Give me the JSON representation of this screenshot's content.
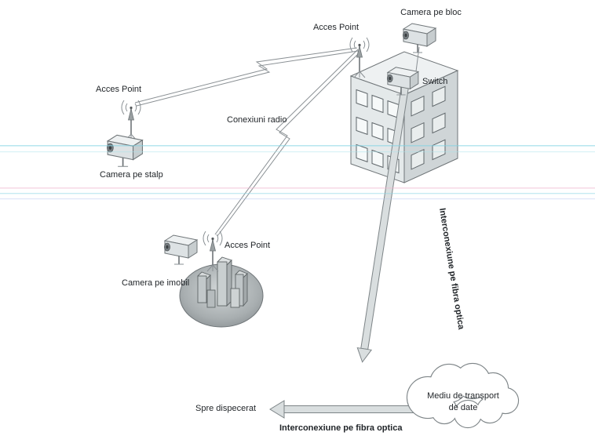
{
  "diagram": {
    "type": "wireless-video-surveillance-network",
    "nodes": {
      "camera_bloc": {
        "label": "Camera pe bloc"
      },
      "ap_top": {
        "label": "Acces Point"
      },
      "switch": {
        "label": "Switch"
      },
      "ap_left": {
        "label": "Acces Point"
      },
      "camera_stalp": {
        "label": "Camera pe stalp"
      },
      "ap_center": {
        "label": "Acces Point"
      },
      "camera_imobil": {
        "label": "Camera pe imobil"
      },
      "cloud": {
        "label_line1": "Mediu de transport",
        "label_line2": "de date"
      }
    },
    "edges": {
      "radio_label": "Conexiuni radio",
      "fiber_vertical_label": "Interconexiune pe fibra optica",
      "fiber_bottom_label": "Interconexiune pe fibra optica",
      "dispatch_label": "Spre dispecerat"
    },
    "colors": {
      "arrow_fill": "#d9dedf",
      "arrow_outline": "#7d8487",
      "outline": "#6f7578",
      "ellipse_fill": "#9aa1a4",
      "scan_cyan": "#7fd4e4",
      "scan_pink": "#f0b8d0"
    }
  }
}
